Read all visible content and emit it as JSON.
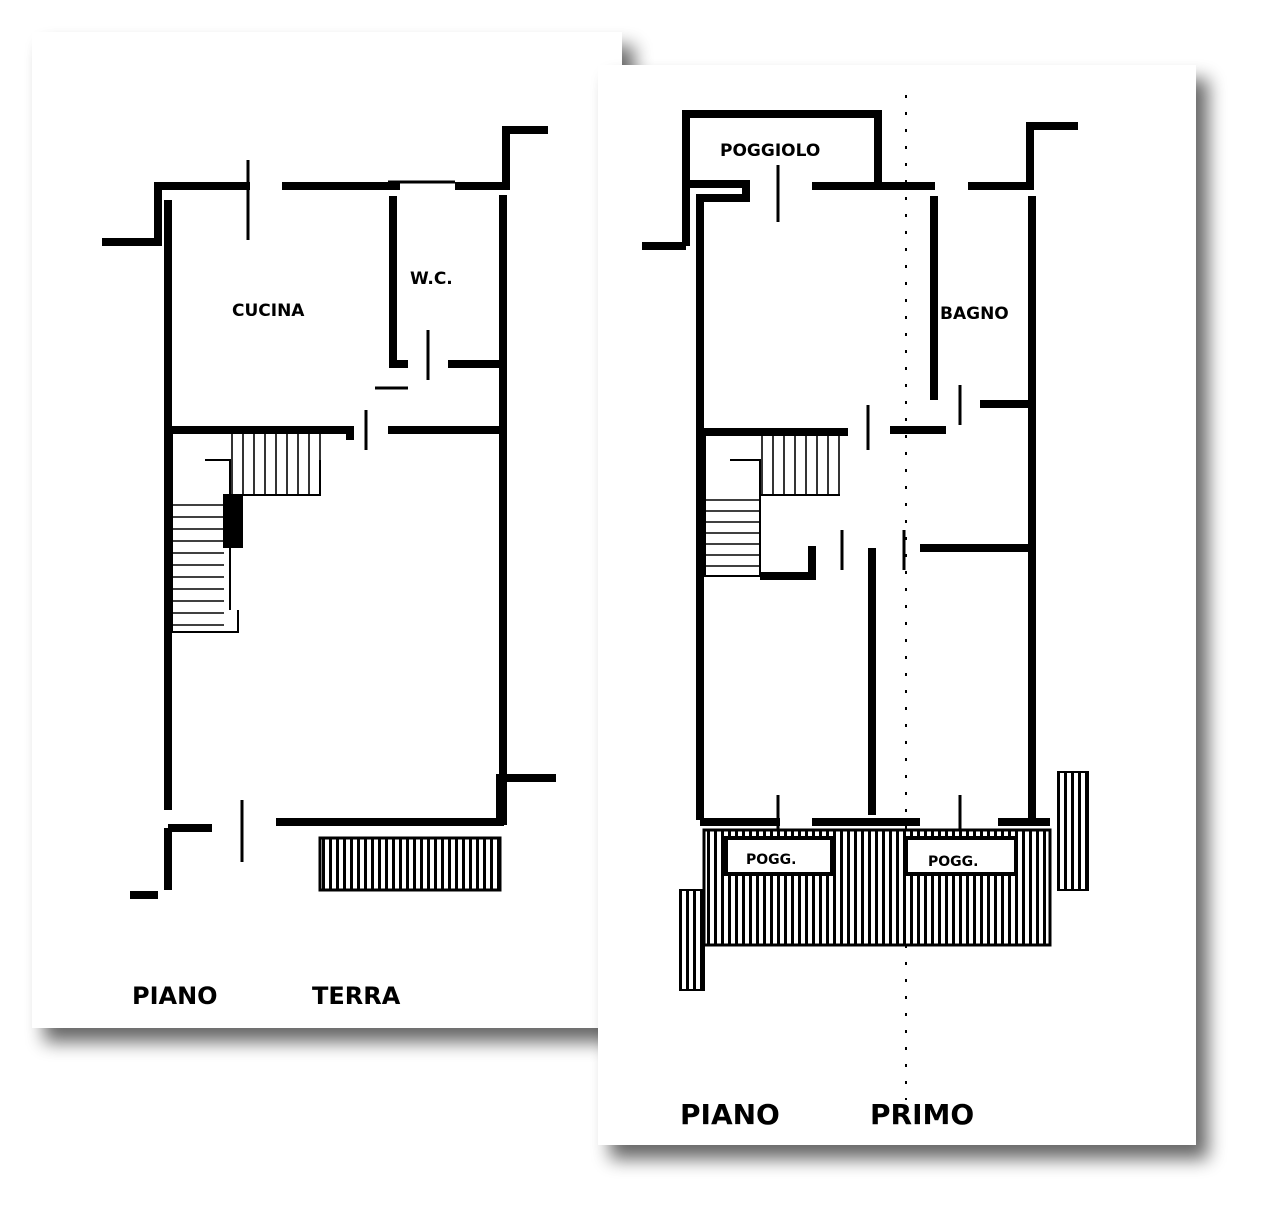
{
  "sheets": [
    {
      "title": "PIANO TERRA",
      "title_word1": "PIANO",
      "title_word2": "TERRA",
      "rooms": [
        "CUCINA",
        "W.C."
      ]
    },
    {
      "title": "PIANO PRIMO",
      "title_word1": "PIANO",
      "title_word2": "PRIMO",
      "rooms": [
        "POGGIOLO",
        "BAGNO",
        "POGG.",
        "POGG."
      ]
    }
  ],
  "colors": {
    "ink": "#000000",
    "paper": "#ffffff",
    "shadow": "#8a8a8a"
  }
}
